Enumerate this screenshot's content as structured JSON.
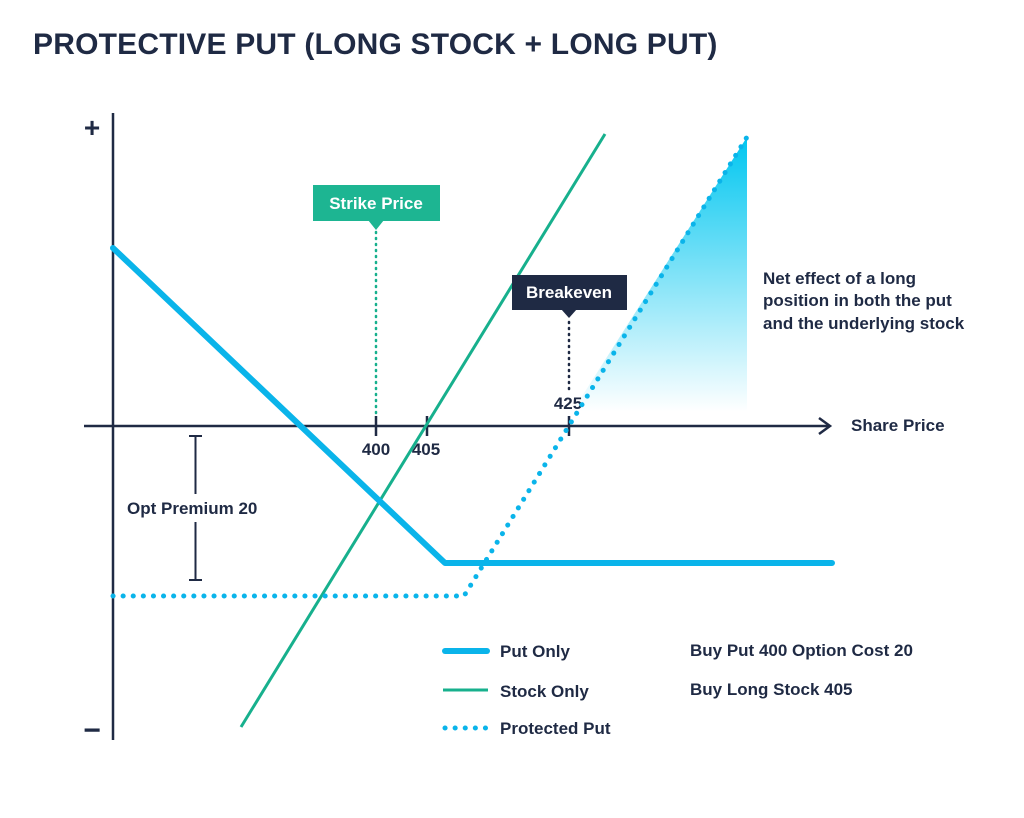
{
  "title": "PROTECTIVE PUT (LONG STOCK + LONG PUT)",
  "axis": {
    "y_plus": "+",
    "y_minus": "−",
    "x_label": "Share Price",
    "ticks": [
      "400",
      "405",
      "425"
    ]
  },
  "callouts": {
    "strike": "Strike Price",
    "breakeven": "Breakeven"
  },
  "premium_label": "Opt Premium 20",
  "net_effect": {
    "lines": [
      "Net effect of a long",
      "position in both the put",
      "and the underlying stock"
    ]
  },
  "legend": [
    {
      "label": "Put Only",
      "style": "thick-solid"
    },
    {
      "label": "Stock Only",
      "style": "thin-solid"
    },
    {
      "label": "Protected Put",
      "style": "dotted"
    }
  ],
  "info": [
    "Buy Put 400 Option Cost 20",
    "Buy Long Stock 405"
  ],
  "colors": {
    "navy": "#1f2a44",
    "put": "#0ab4ea",
    "stock": "#17b08d",
    "strike_bg": "#1db592",
    "breakeven_bg": "#1f2a44",
    "gradient_top": "#00c6f0",
    "white": "#ffffff"
  }
}
